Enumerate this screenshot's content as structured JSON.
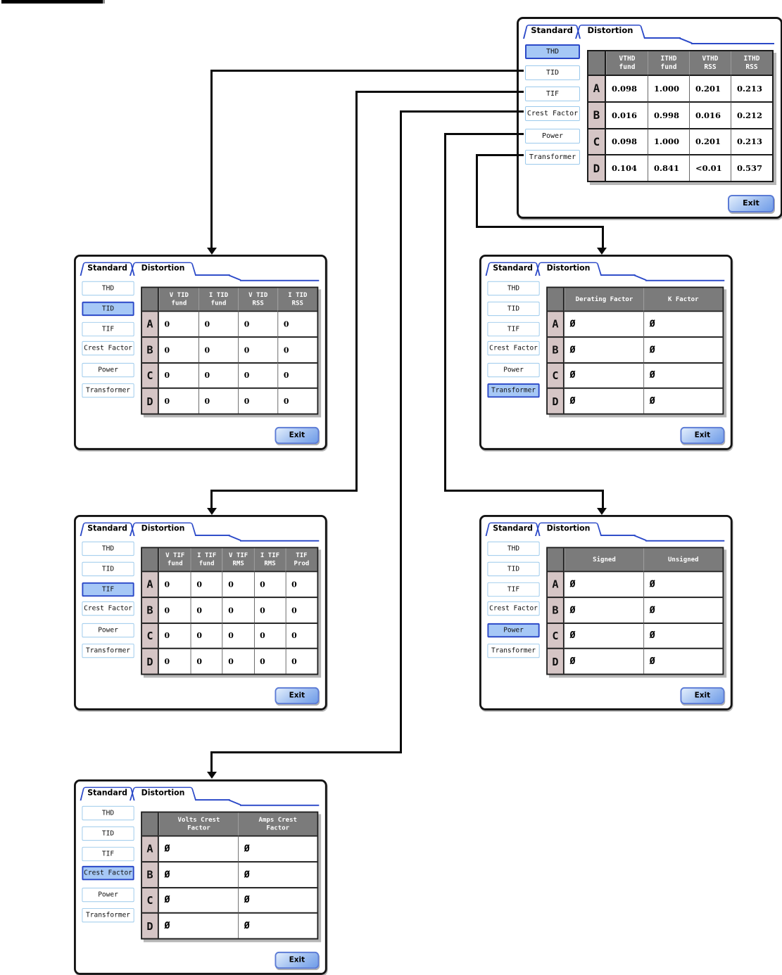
{
  "colors": {
    "tab_blue": "#2b49c8",
    "selected_button_bg": "#a6c8f6",
    "button_border_blue": "#9ccaec",
    "header_gray": "#7b7b7b",
    "row_label_pink": "#d5c5c5",
    "exit_button_blue": "#6f9ce8",
    "line_black": "#0a0a0a"
  },
  "shared": {
    "tabs": [
      "Standard",
      "Distortion"
    ],
    "active_tab": "Distortion",
    "sidebar": [
      "THD",
      "TID",
      "TIF",
      "Crest Factor",
      "Power",
      "Transformer"
    ],
    "row_labels": [
      "A",
      "B",
      "C",
      "D"
    ],
    "exit_label": "Exit"
  },
  "panels": [
    {
      "id": "thd",
      "selected": "THD",
      "selected_index": 0,
      "value_style": "serif",
      "columns": [
        "VTHD\nfund",
        "ITHD\nfund",
        "VTHD\nRSS",
        "ITHD\nRSS"
      ],
      "rows": [
        [
          "0.098",
          "1.000",
          "0.201",
          "0.213"
        ],
        [
          "0.016",
          "0.998",
          "0.016",
          "0.212"
        ],
        [
          "0.098",
          "1.000",
          "0.201",
          "0.213"
        ],
        [
          "0.104",
          "0.841",
          "<0.01",
          "0.537"
        ]
      ]
    },
    {
      "id": "tid",
      "selected": "TID",
      "selected_index": 1,
      "value_style": "serif",
      "columns": [
        "V TID\nfund",
        "I TID\nfund",
        "V TID\nRSS",
        "I TID\nRSS"
      ],
      "rows": [
        [
          "0",
          "0",
          "0",
          "0"
        ],
        [
          "0",
          "0",
          "0",
          "0"
        ],
        [
          "0",
          "0",
          "0",
          "0"
        ],
        [
          "0",
          "0",
          "0",
          "0"
        ]
      ]
    },
    {
      "id": "tif",
      "selected": "TIF",
      "selected_index": 2,
      "value_style": "serif",
      "columns": [
        "V TIF\nfund",
        "I TIF\nfund",
        "V TIF\nRMS",
        "I TIF\nRMS",
        "TIF\nProd"
      ],
      "rows": [
        [
          "0",
          "0",
          "0",
          "0",
          "0"
        ],
        [
          "0",
          "0",
          "0",
          "0",
          "0"
        ],
        [
          "0",
          "0",
          "0",
          "0",
          "0"
        ],
        [
          "0",
          "0",
          "0",
          "0",
          "0"
        ]
      ]
    },
    {
      "id": "crest-factor",
      "selected": "Crest Factor",
      "selected_index": 3,
      "value_style": "mono",
      "columns": [
        "Volts Crest\nFactor",
        "Amps Crest\nFactor"
      ],
      "rows": [
        [
          "Ø",
          "Ø"
        ],
        [
          "Ø",
          "Ø"
        ],
        [
          "Ø",
          "Ø"
        ],
        [
          "Ø",
          "Ø"
        ]
      ]
    },
    {
      "id": "power",
      "selected": "Power",
      "selected_index": 4,
      "value_style": "mono",
      "columns": [
        "Signed",
        "Unsigned"
      ],
      "rows": [
        [
          "Ø",
          "Ø"
        ],
        [
          "Ø",
          "Ø"
        ],
        [
          "Ø",
          "Ø"
        ],
        [
          "Ø",
          "Ø"
        ]
      ]
    },
    {
      "id": "transformer",
      "selected": "Transformer",
      "selected_index": 5,
      "value_style": "mono",
      "columns": [
        "Derating Factor",
        "K Factor"
      ],
      "rows": [
        [
          "Ø",
          "Ø"
        ],
        [
          "Ø",
          "Ø"
        ],
        [
          "Ø",
          "Ø"
        ],
        [
          "Ø",
          "Ø"
        ]
      ]
    }
  ]
}
